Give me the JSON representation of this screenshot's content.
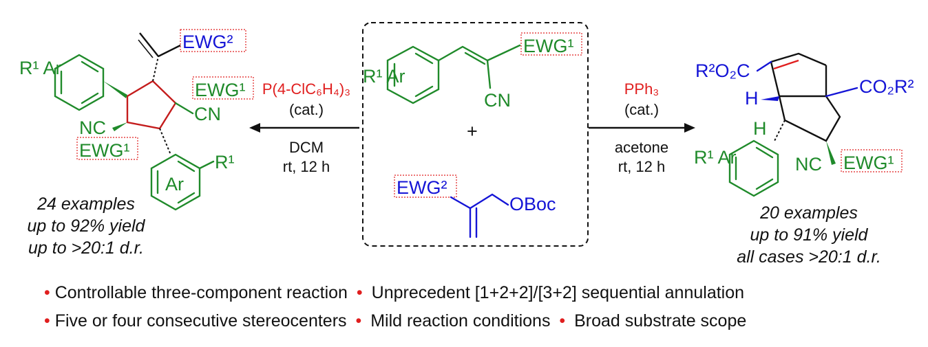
{
  "reagents": {
    "alkene": {
      "aryl": "R¹ Ar",
      "ewg": "EWG¹",
      "cn": "CN"
    },
    "plus": "+",
    "mba": {
      "ewg": "EWG²",
      "oboc": "OBoc"
    }
  },
  "left_reaction": {
    "catalyst": "P(4-ClC₆H₄)₃",
    "catalyst_note": "(cat.)",
    "solvent": "DCM",
    "conditions": "rt, 12 h",
    "summary": [
      "24 examples",
      "up to 92% yield",
      "up to >20:1 d.r."
    ]
  },
  "left_product": {
    "labels": [
      "R¹ Ar",
      "EWG²",
      "EWG¹",
      "CN",
      "NC",
      "EWG¹",
      "Ar",
      "R¹"
    ]
  },
  "right_reaction": {
    "catalyst": "PPh₃",
    "catalyst_note": "(cat.)",
    "solvent": "acetone",
    "conditions": "rt, 12 h",
    "summary": [
      "20 examples",
      "up to 91% yield",
      "all cases >20:1 d.r."
    ]
  },
  "right_product": {
    "labels": [
      "R²O₂C",
      "CO₂R²",
      "H",
      "H",
      "R¹ Ar",
      "NC",
      "EWG¹"
    ]
  },
  "highlights": [
    [
      "Controllable three-component reaction",
      "Unprecedent [1+2+2]/[3+2] sequential annulation"
    ],
    [
      "Five or four consecutive stereocenters",
      "Mild reaction conditions",
      "Broad substrate scope"
    ]
  ],
  "colors": {
    "green": "#1f8a2a",
    "blue": "#1414d6",
    "red": "#e01e1e"
  }
}
